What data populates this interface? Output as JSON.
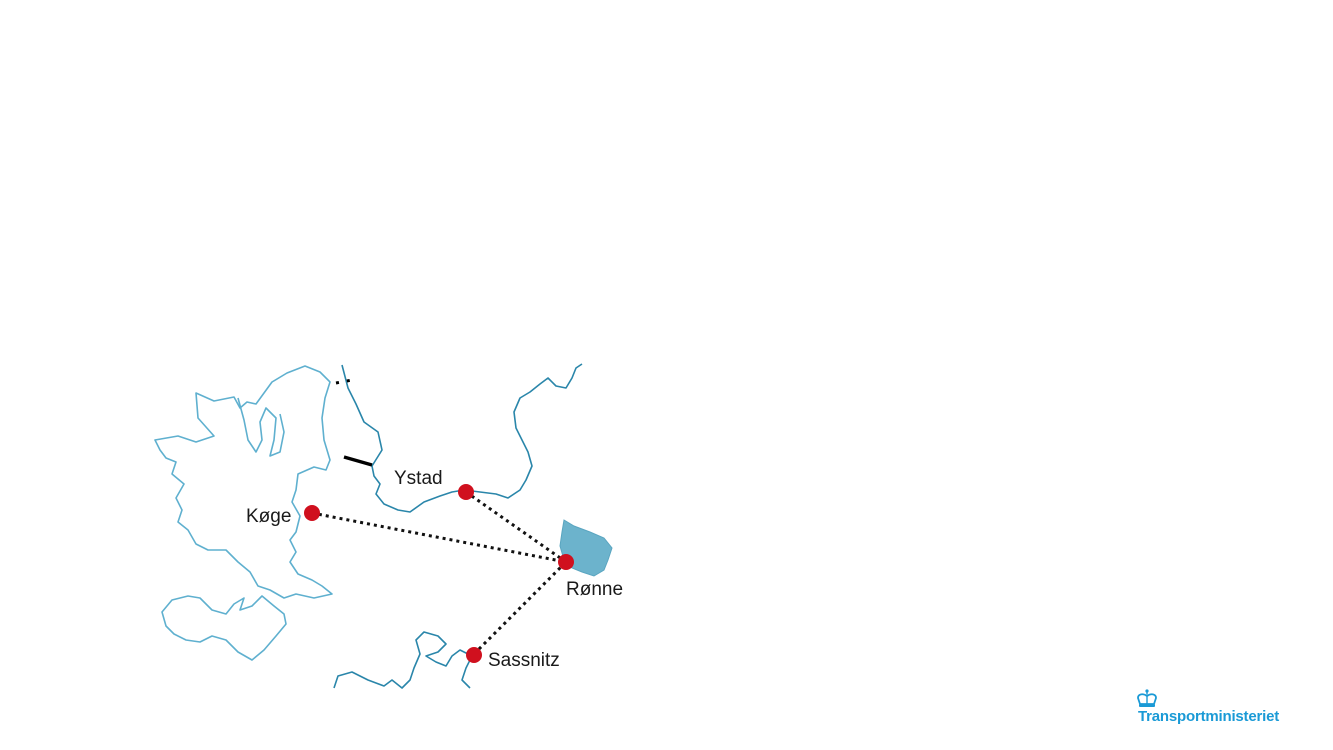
{
  "map": {
    "ports": [
      {
        "name": "Ystad"
      },
      {
        "name": "Køge"
      },
      {
        "name": "Rønne"
      },
      {
        "name": "Sassnitz"
      }
    ],
    "routes": [
      {
        "from": "Køge",
        "to": "Rønne"
      },
      {
        "from": "Ystad",
        "to": "Rønne"
      },
      {
        "from": "Sassnitz",
        "to": "Rønne"
      }
    ],
    "colors": {
      "coastline": "#5fb0cf",
      "coastline_sweden": "#2a86aa",
      "bornholm_fill": "#6cb3cc",
      "port": "#d0101e",
      "route": "#111111"
    }
  },
  "logo": {
    "text": "Transportministeriet",
    "icon": "crown-icon",
    "color": "#1a9ad6"
  }
}
